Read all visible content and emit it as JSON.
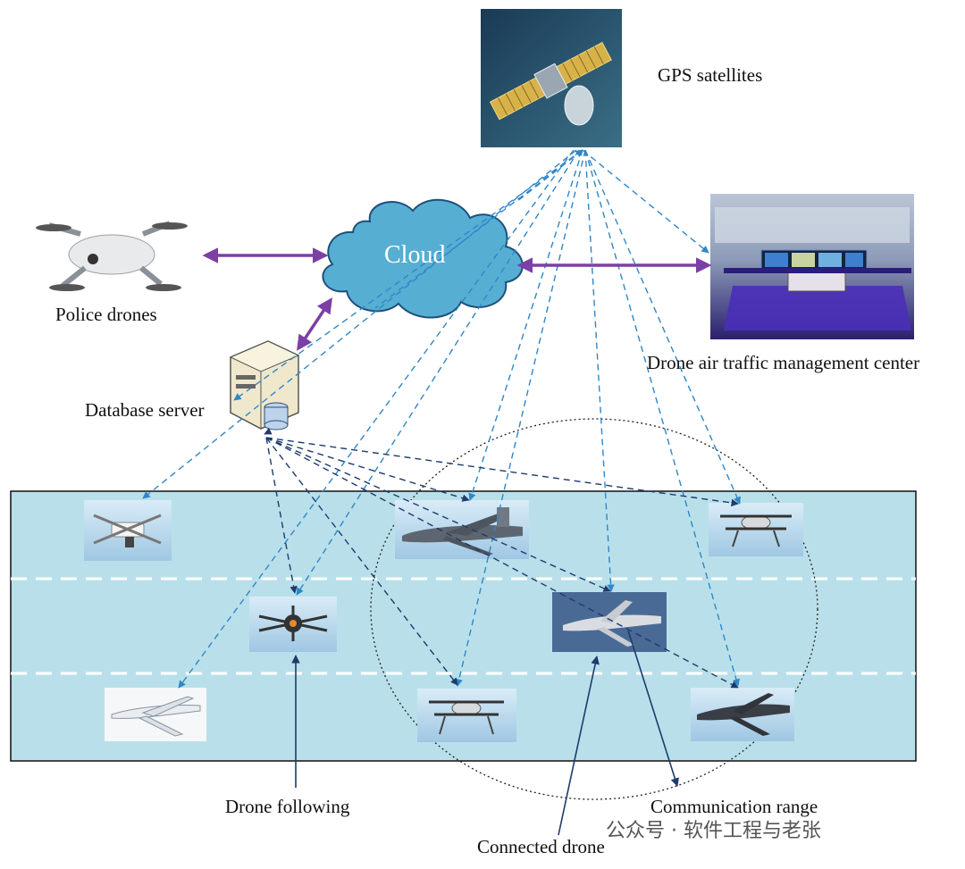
{
  "labels": {
    "gps": "GPS satellites",
    "cloud": "Cloud",
    "police": "Police drones",
    "database": "Database server",
    "atm": "Drone air traffic management center",
    "following": "Drone following",
    "range": "Communication range",
    "connected": "Connected drone"
  },
  "watermark": "公众号 · 软件工程与老张",
  "icons": {
    "satellite": "satellite-icon",
    "cloud": "cloud-icon",
    "police": "police-drone-icon",
    "server": "database-server-icon",
    "atm": "control-room-icon"
  },
  "colors": {
    "airspace": "#b9e0ea",
    "gps_link": "#2f86c8",
    "server_link": "#1d3b6e",
    "cloud_link": "#7b3fa6",
    "cloud_fill": "#56afd3",
    "pointer": "#1d3b6e"
  }
}
